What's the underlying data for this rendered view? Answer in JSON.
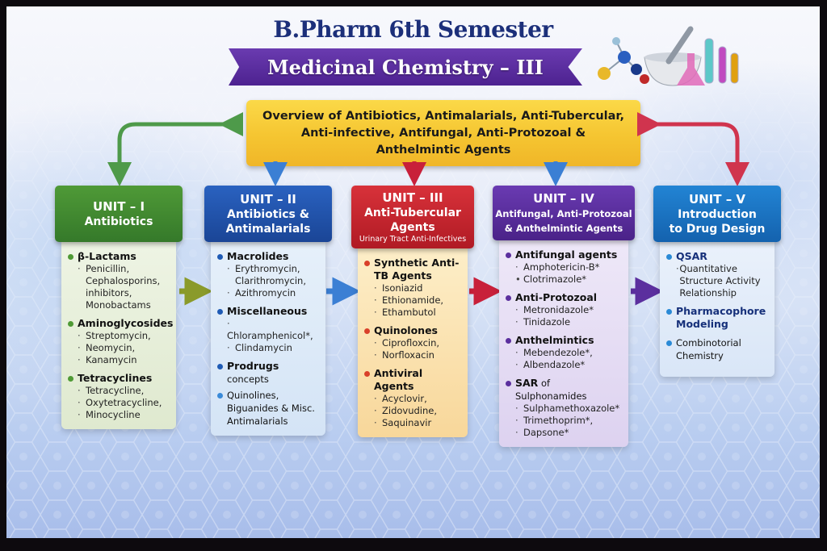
{
  "header": {
    "title": "B.Pharm 6th Semester",
    "subtitle": "Medicinal Chemistry – III",
    "illustration": "lab-glassware-mortar-molecules-icon"
  },
  "overview": {
    "lines": [
      "Overview of Antibiotics, Antimalarials, Anti-Tubercular,",
      "Anti-infective, Antifungal, Anti-Protozoal &",
      "Anthelmintic Agents"
    ],
    "color": "#f5c531"
  },
  "units": [
    {
      "unit": "UNIT – I",
      "title_lines": [
        "Antibiotics"
      ],
      "note": "",
      "header_color": "#3f8a2e",
      "body_color": "#e6efd8",
      "dot_color": "#4f9a35",
      "groups": [
        {
          "heading": "β-Lactams",
          "heading_suffix": "",
          "items": [
            "Penicillin,",
            "Cephalosporins,",
            "inhibitors,",
            "Monobactams"
          ],
          "continued": true
        },
        {
          "heading": "Aminoglycosides",
          "heading_suffix": "",
          "items": [
            "Streptomycin,",
            "Neomycin,",
            "Kanamycin"
          ],
          "continued": false
        },
        {
          "heading": "Tetracyclines",
          "heading_suffix": "",
          "items": [
            "Tetracycline,",
            "Oxytetracycline,",
            "Minocycline"
          ],
          "continued": false
        }
      ]
    },
    {
      "unit": "UNIT – II",
      "title_lines": [
        "Antibiotics &",
        "Antimalarials"
      ],
      "note": "",
      "header_color": "#1f4fa6",
      "body_color": "#deebf8",
      "dot_color": "#1f5bb5",
      "groups": [
        {
          "heading": "Macrolides",
          "heading_suffix": "",
          "items": [
            "Erythromycin,",
            "Clarithromycin,",
            "Azithromycin"
          ],
          "continued": false
        },
        {
          "heading": "Miscellaneous",
          "heading_suffix": "",
          "items": [
            "Chloramphenicol*,",
            "Clindamycin"
          ],
          "continued": false
        },
        {
          "heading": "Prodrugs",
          "heading_suffix": " concepts",
          "items": [],
          "continued": false
        },
        {
          "heading": "",
          "heading_suffix": "Quinolines, Biguanides & Misc. Antimalarials",
          "items": [],
          "continued": false
        }
      ]
    },
    {
      "unit": "UNIT – III",
      "title_lines": [
        "Anti-Tubercular",
        "Agents"
      ],
      "note": "Urinary Tract Anti-Infectives",
      "header_color": "#c8202a",
      "body_color": "#fbe3b0",
      "dot_color": "#d9402a",
      "groups": [
        {
          "heading": "Synthetic Anti-TB Agents",
          "heading_suffix": "",
          "items": [
            "Isoniazid",
            "Ethionamide,",
            "Ethambutol"
          ],
          "continued": false
        },
        {
          "heading": "Quinolones",
          "heading_suffix": "",
          "items": [
            "Ciprofloxcin,",
            "Norfloxacin"
          ],
          "continued": false
        },
        {
          "heading": "Antiviral Agents",
          "heading_suffix": "",
          "items": [
            "Acyclovir,",
            "Zidovudine,",
            "Saquinavir"
          ],
          "continued": false
        }
      ]
    },
    {
      "unit": "UNIT – IV",
      "title_lines": [
        "Antifungal, Anti-Protozoal",
        "& Anthelmintic Agents"
      ],
      "note": "",
      "header_color": "#5a2c9c",
      "body_color": "#e6def4",
      "dot_color": "#5b2f9e",
      "groups": [
        {
          "heading": "Antifungal agents",
          "heading_suffix": "",
          "items": [
            "Amphotericin-B*",
            "Clotrimazole*"
          ],
          "continued": false
        },
        {
          "heading": "Anti-Protozoal",
          "heading_suffix": "",
          "items": [
            "Metronidazole*",
            "Tinidazole"
          ],
          "continued": false
        },
        {
          "heading": "Anthelmintics",
          "heading_suffix": "",
          "items": [
            "Mebendezole*,",
            "Albendazole*"
          ],
          "continued": false
        },
        {
          "heading": "SAR",
          "heading_suffix": " of Sulphonamides",
          "items": [
            "Sulphamethoxazole*",
            "Trimethoprim*,",
            "Dapsone*"
          ],
          "continued": false
        }
      ]
    },
    {
      "unit": "UNIT – V",
      "title_lines": [
        "Introduction",
        "to Drug Design"
      ],
      "note": "",
      "header_color": "#1a70c0",
      "body_color": "#e3edf9",
      "dot_color": "#2a8ad6",
      "groups": [
        {
          "heading": "QSAR",
          "heading_suffix": "",
          "items": [
            "Quantitative Structure Activity Relationship"
          ],
          "continued": false
        },
        {
          "heading": "Pharmacophore Modeling",
          "heading_suffix": "",
          "items": [],
          "continued": false
        },
        {
          "heading": "",
          "heading_suffix": "Combinotorial Chemistry",
          "items": [],
          "continued": false
        }
      ]
    }
  ],
  "connector_colors": {
    "green": "#4e9a4a",
    "blue": "#3b7fd4",
    "red": "#c8203a",
    "purple": "#5b2f9e",
    "olive": "#8a9a2a",
    "crimson": "#d0344e"
  }
}
